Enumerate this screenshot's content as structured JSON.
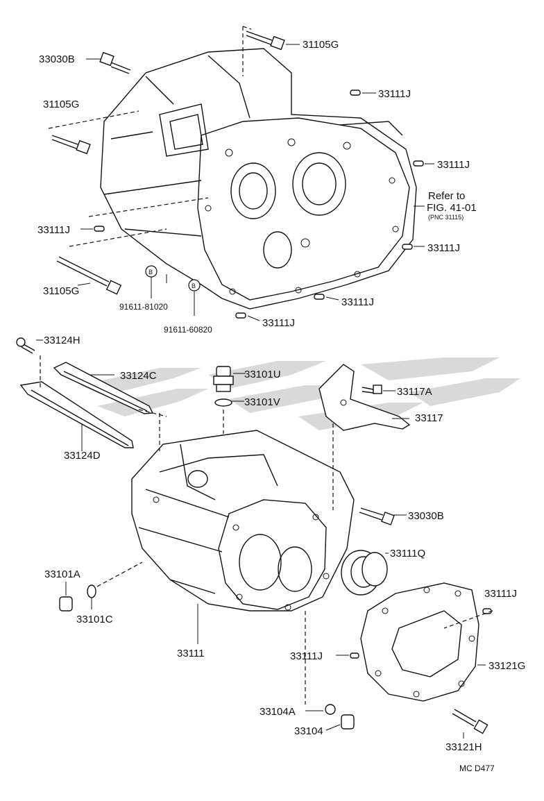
{
  "diagram": {
    "watermark": "sfg-logo",
    "figure_code": "MC  D477",
    "reference_note": {
      "line1": "Refer to",
      "line2": "FIG. 41-01",
      "line3": "(PNC 31115)"
    },
    "upper_labels": {
      "p33030B_top": "33030B",
      "p31105G_top": "31105G",
      "p31105G_left": "31105G",
      "p31105G_bottom": "31105G",
      "p33111J_a": "33111J",
      "p33111J_b": "33111J",
      "p33111J_c": "33111J",
      "p33111J_d": "33111J",
      "p33111J_e": "33111J",
      "p33111J_f": "33111J",
      "p91611_81020": "91611-81020",
      "p91611_60820": "91611-60820",
      "badge_b1": "B",
      "badge_b2": "B"
    },
    "lower_labels": {
      "p33124H": "33124H",
      "p33124C": "33124C",
      "p33124D": "33124D",
      "p33101U": "33101U",
      "p33101V": "33101V",
      "p33117A": "33117A",
      "p33117": "33117",
      "p33030B": "33030B",
      "p33111Q": "33111Q",
      "p33101A": "33101A",
      "p33101C": "33101C",
      "p33111": "33111",
      "p33111J_r": "33111J",
      "p33111J_m": "33111J",
      "p33121G": "33121G",
      "p33104A": "33104A",
      "p33104": "33104",
      "p33121H": "33121H"
    }
  }
}
